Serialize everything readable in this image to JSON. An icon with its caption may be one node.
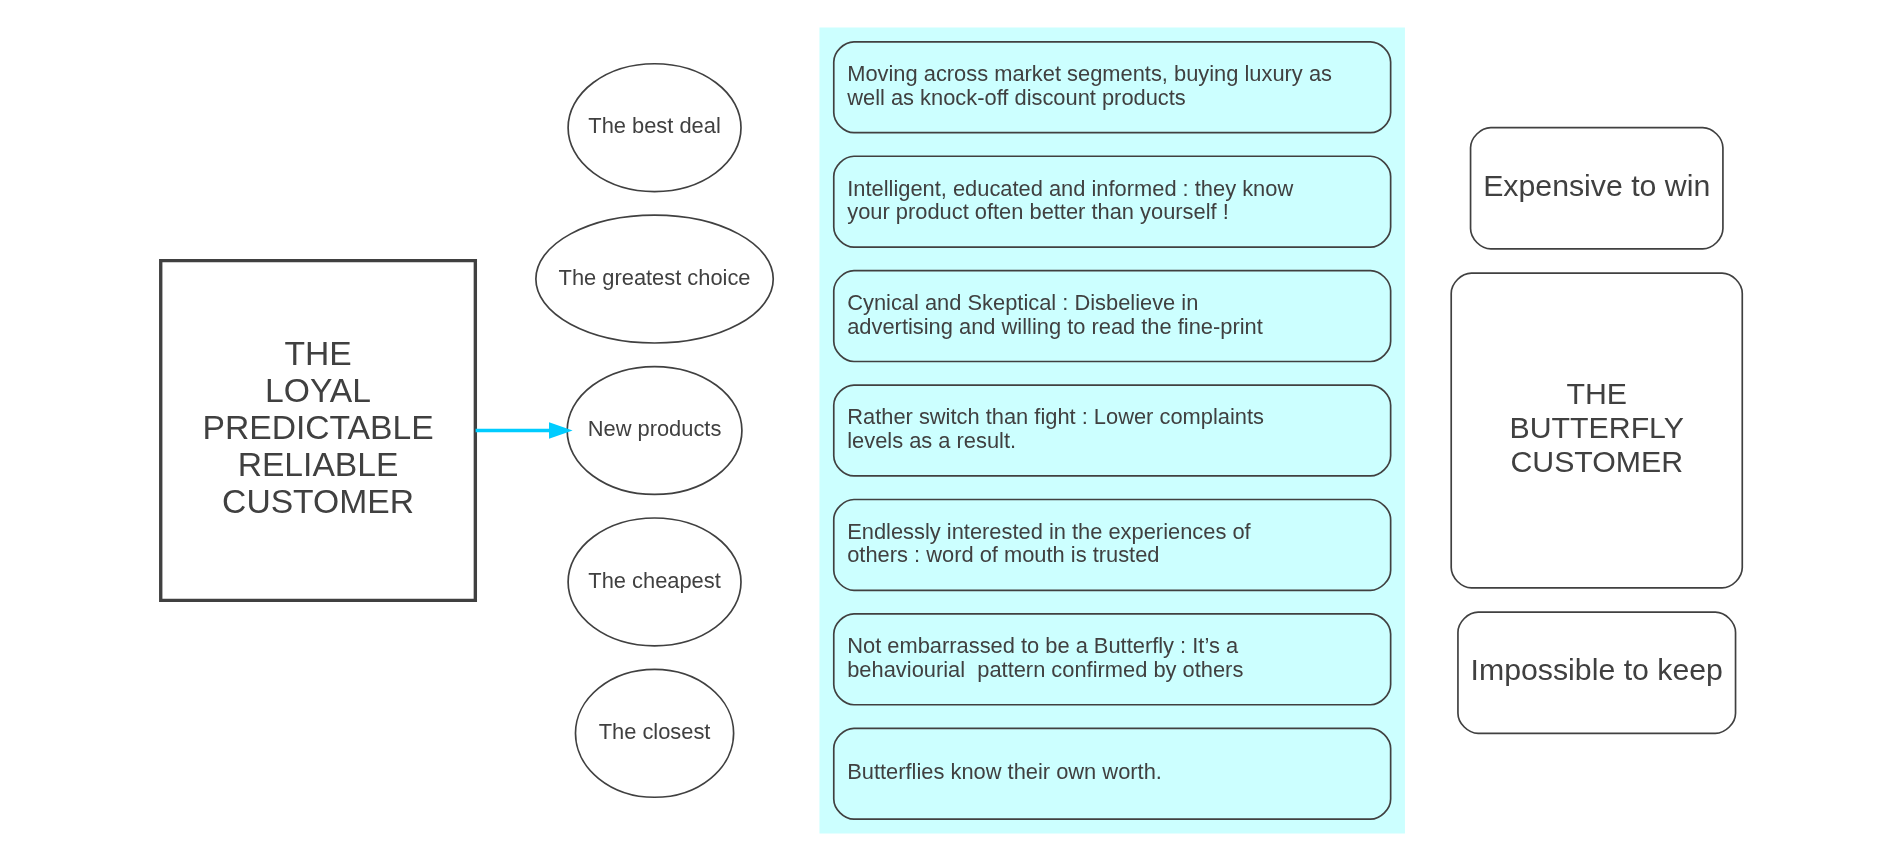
{
  "diagram": {
    "nodes": [
      {
        "text": [
          "THE LOYAL PREDICTABLE RELIABLE CUSTOMER"
        ]
      },
      {
        "text": [
          "The best deal"
        ]
      },
      {
        "text": [
          "The greatest choice"
        ]
      },
      {
        "text": [
          "New products"
        ]
      },
      {
        "text": [
          "The cheapest"
        ]
      },
      {
        "text": [
          "The closest"
        ]
      },
      {
        "text": [],
        "shape": "box"
      },
      {
        "text": [
          "Moving across market segments, buying luxury as well as knock-off discount products"
        ],
        "in": 6
      },
      {
        "text": [
          "Intelligent, educated and informed : they know your product often better than yourself !"
        ],
        "in": 6
      },
      {
        "text": [
          "Cynical and Skeptical : Disbelieve in advertising and willing to read the fine-print"
        ],
        "in": 6
      },
      {
        "text": [
          "Rather switch than fight : Lower complaints levels as a result."
        ],
        "in": 6
      },
      {
        "text": [
          "Endlessly interested in the experiences of others : word of mouth is trusted"
        ],
        "in": 6
      },
      {
        "text": [
          "Not embarrassed to be a Butterfly : It’s a behaviourial  pattern confirmed by others"
        ],
        "in": 6
      },
      {
        "text": [
          "Butterflies know their own worth."
        ],
        "in": 6
      },
      {
        "text": [
          "Expensive to win"
        ]
      },
      {
        "text": [
          "THE BUTTERFLY CUSTOMER"
        ]
      },
      {
        "text": [
          "Impossible to keep"
        ]
      }
    ],
    "edges": [
      {
        "from": 0,
        "to": 3,
        "arrow": "to",
        "color": "#00ccff"
      }
    ]
  }
}
